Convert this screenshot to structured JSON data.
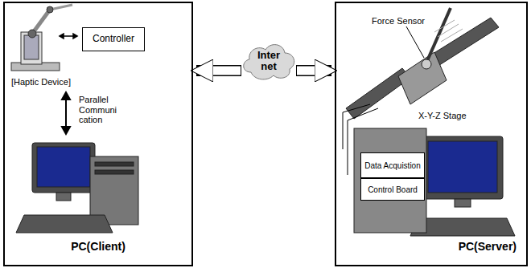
{
  "diagram": {
    "nodes": [
      {
        "text": [
          "PC(Client)"
        ]
      },
      {
        "text": [
          "Controller"
        ],
        "in": 0
      },
      {
        "text": [
          "Inter net"
        ]
      },
      {
        "text": [
          "PC(Server)"
        ]
      },
      {
        "text": [
          "Data Acquistion"
        ],
        "in": 3
      },
      {
        "text": [
          "Control Board"
        ],
        "in": 3
      }
    ],
    "edges": [
      {
        "from": 2,
        "to": 0,
        "arrow": "to"
      },
      {
        "from": 2,
        "to": 3,
        "arrow": "to"
      }
    ],
    "labels": [
      "[Haptic Device]",
      "Parallel Communi cation",
      "Force Sensor",
      "X-Y-Z Stage"
    ]
  }
}
